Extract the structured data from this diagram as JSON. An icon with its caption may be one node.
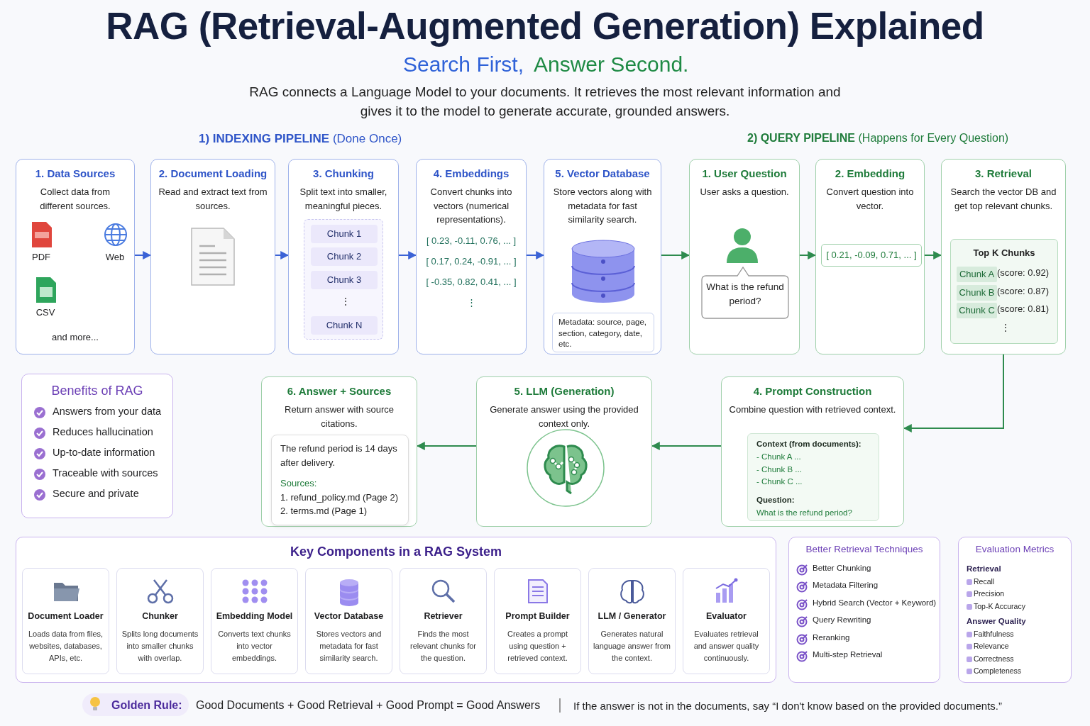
{
  "diagram": {
    "title": "RAG (Retrieval-Augmented Generation) Explained",
    "nodes": [
      {
        "text": [
          "1. Data Sources",
          "Collect data from different sources.",
          "PDF",
          "Web",
          "CSV",
          "and more..."
        ]
      },
      {
        "text": [
          "2. Document Loading",
          "Read and extract text from sources."
        ]
      },
      {
        "text": [
          "3. Chunking",
          "Split text into smaller, meaningful pieces."
        ]
      },
      {
        "text": [
          "Chunk 1"
        ],
        "in": 2
      },
      {
        "text": [
          "Chunk 2"
        ],
        "in": 2
      },
      {
        "text": [
          "Chunk 3"
        ],
        "in": 2
      },
      {
        "text": [
          "Chunk N"
        ],
        "in": 2
      },
      {
        "text": [
          "4. Embeddings",
          "Convert chunks into vectors (numerical representations).",
          "[ 0.23, -0.11, 0.76, ... ]",
          "[ 0.17, 0.24, -0.91, ... ]",
          "[ -0.35, 0.82, 0.41, ... ]",
          "⋮"
        ]
      },
      {
        "text": [
          "5. Vector Database",
          "Store vectors along with metadata for fast similarity search."
        ]
      },
      {
        "text": [],
        "shape": "cylinder",
        "in": 8
      },
      {
        "text": [
          "Metadata: source, page, section, category, date, etc."
        ],
        "in": 8
      },
      {
        "text": [
          "1. User Question",
          "User asks a question."
        ]
      },
      {
        "text": [],
        "shape": "person",
        "in": 11
      },
      {
        "text": [
          "What is the refund period?"
        ],
        "in": 11
      },
      {
        "text": [
          "2. Embedding",
          "Convert question into vector."
        ]
      },
      {
        "text": [
          "[ 0.21, -0.09, 0.71, ... ]"
        ],
        "in": 14
      },
      {
        "text": [
          "3. Retrieval",
          "Search the vector DB and get top relevant chunks."
        ]
      },
      {
        "text": [
          "Top K Chunks"
        ],
        "in": 16
      },
      {
        "text": [
          "Chunk A"
        ],
        "beside": [
          "(score: 0.92)"
        ],
        "in": 17
      },
      {
        "text": [
          "Chunk B"
        ],
        "beside": [
          "(score: 0.87)"
        ],
        "in": 17
      },
      {
        "text": [
          "Chunk C"
        ],
        "beside": [
          "(score: 0.81)"
        ],
        "in": 17
      },
      {
        "text": [
          "4. Prompt Construction",
          "Combine question with retrieved context."
        ]
      },
      {
        "text": [
          "Context (from documents):",
          "- Chunk A ...",
          "- Chunk B ...",
          "- Chunk C ...",
          "Question:",
          "What is the refund period?"
        ],
        "in": 21
      },
      {
        "text": [
          "5. LLM (Generation)",
          "Generate answer using the provided context only."
        ]
      },
      {
        "text": [],
        "shape": "circle",
        "in": 23
      },
      {
        "text": [
          "6. Answer + Sources",
          "Return answer with source citations."
        ]
      },
      {
        "text": [
          "The refund period is 14 days after delivery.",
          "Sources:",
          "1. refund_policy.md (Page 2)",
          "2. terms.md (Page 1)"
        ],
        "in": 25
      },
      {
        "text": [
          "Benefits of RAG",
          "Answers from your data",
          "Reduces hallucination",
          "Up-to-date information",
          "Traceable with sources",
          "Secure and private"
        ]
      },
      {
        "text": [
          "Key Components in a RAG System"
        ]
      },
      {
        "text": [
          "Document Loader",
          "Loads data from files, websites, databases, APIs, etc."
        ],
        "in": 28
      },
      {
        "text": [
          "Chunker",
          "Splits long documents into smaller chunks with overlap."
        ],
        "in": 28
      },
      {
        "text": [
          "Embedding Model",
          "Converts text chunks into vector embeddings."
        ],
        "in": 28
      },
      {
        "text": [
          "Vector Database",
          "Stores vectors and metadata for fast similarity search."
        ],
        "in": 28
      },
      {
        "text": [
          "Retriever",
          "Finds the most relevant chunks for the question."
        ],
        "in": 28
      },
      {
        "text": [
          "Prompt Builder",
          "Creates a prompt using question + retrieved context."
        ],
        "in": 28
      },
      {
        "text": [
          "LLM / Generator",
          "Generates natural language answer from the context."
        ],
        "in": 28
      },
      {
        "text": [
          "Evaluator",
          "Evaluates retrieval and answer quality continuously."
        ],
        "in": 28
      },
      {
        "text": [
          "Better Retrieval Techniques",
          "Better Chunking",
          "Metadata Filtering",
          "Hybrid Search (Vector + Keyword)",
          "Query Rewriting",
          "Reranking",
          "Multi-step Retrieval"
        ]
      },
      {
        "text": [
          "Evaluation Metrics",
          "Retrieval",
          "Recall",
          "Precision",
          "Top-K Accuracy",
          "Answer Quality",
          "Faithfulness",
          "Relevance",
          "Correctness",
          "Completeness"
        ]
      }
    ],
    "edges": [
      {
        "from": 0,
        "to": 1,
        "arrow": "to",
        "color": "#3b63d6"
      },
      {
        "from": 1,
        "to": 2,
        "arrow": "to",
        "color": "#3b63d6"
      },
      {
        "from": 2,
        "to": 7,
        "arrow": "to",
        "color": "#3b63d6"
      },
      {
        "from": 7,
        "to": 8,
        "arrow": "to",
        "color": "#3b63d6"
      },
      {
        "from": 8,
        "to": 11,
        "arrow": "to"
      },
      {
        "from": 11,
        "to": 14,
        "arrow": "to"
      },
      {
        "from": 14,
        "to": 16,
        "arrow": "to"
      },
      {
        "from": 16,
        "to": 21,
        "arrow": "to"
      },
      {
        "from": 21,
        "to": 23,
        "arrow": "to"
      },
      {
        "from": 23,
        "to": 25,
        "arrow": "to"
      }
    ],
    "labels": [
      "Search First,",
      "Answer Second.",
      "RAG connects a Language Model to your documents. It retrieves the most relevant information and gives it to the model to generate accurate, grounded answers.",
      "**1) INDEXING PIPELINE** (Done Once)",
      "**2) QUERY PIPELINE** (Happens for Every Question)",
      "⋮",
      "⋮",
      "Golden Rule:",
      "Good Documents + Good Retrieval + Good Prompt = Good Answers",
      "If the answer is not in the documents, say “I don't know based on the provided documents.”"
    ]
  }
}
